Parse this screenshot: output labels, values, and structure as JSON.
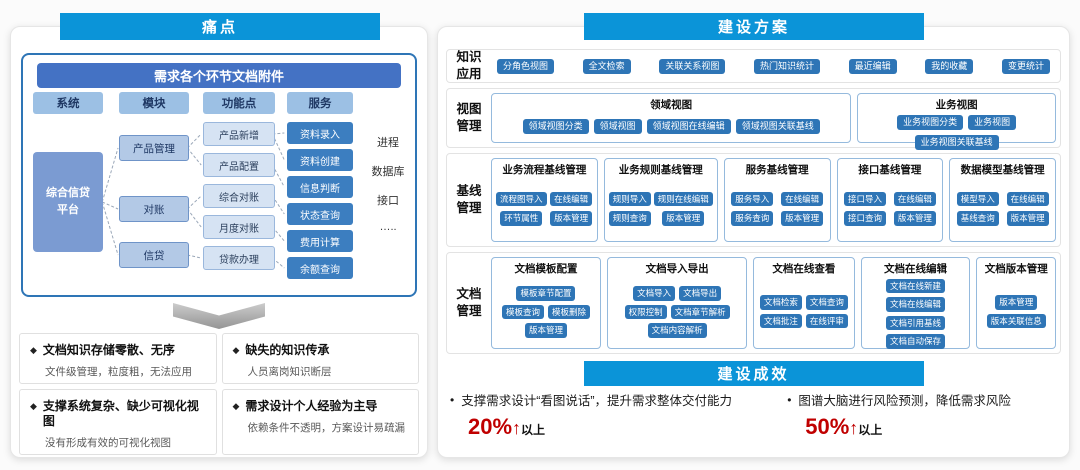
{
  "colors": {
    "banner_blue": "#0b94d8",
    "chip_blue": "#2e75b6",
    "metric_red": "#c00000",
    "diagram_title_blue": "#4472c4"
  },
  "icons": {
    "diamond_bullet": "◆",
    "up_arrow": "↑",
    "bullet": "•"
  },
  "left": {
    "header": "痛点",
    "diagram": {
      "title": "需求各个环节文档附件",
      "system_label": "系统",
      "system_item": "综合信贷平台",
      "module_label": "模块",
      "modules": [
        "产品管理",
        "对账",
        "信贷"
      ],
      "function_label": "功能点",
      "functions": [
        "产品新增",
        "产品配置",
        "综合对账",
        "月度对账",
        "贷款办理"
      ],
      "service_label": "服务",
      "services": [
        "资料录入",
        "资料创建",
        "信息判断",
        "状态查询",
        "费用计算",
        "余额查询"
      ],
      "side_items": [
        "进程",
        "数据库",
        "接口",
        "….."
      ]
    },
    "pain_points": [
      {
        "title": "文档知识存储零散、无序",
        "desc": "文件级管理，粒度粗，无法应用"
      },
      {
        "title": "缺失的知识传承",
        "desc": "人员离岗知识断层"
      },
      {
        "title": "支撑系统复杂、缺少可视化视图",
        "desc": "没有形成有效的可视化视图"
      },
      {
        "title": "需求设计个人经验为主导",
        "desc": "依赖条件不透明，方案设计易疏漏"
      }
    ]
  },
  "right": {
    "header": "建设方案",
    "knowledge": {
      "label": "知识应用",
      "buttons": [
        "分角色视图",
        "全文检索",
        "关联关系视图",
        "热门知识统计",
        "最近编辑",
        "我的收藏",
        "变更统计"
      ]
    },
    "views": {
      "label": "视图管理",
      "groups": [
        {
          "title": "领域视图",
          "buttons": [
            "领域视图分类",
            "领域视图",
            "领域视图在线编辑",
            "领域视图关联基线"
          ]
        },
        {
          "title": "业务视图",
          "buttons": [
            "业务视图分类",
            "业务视图",
            "业务视图关联基线"
          ]
        }
      ]
    },
    "baseline": {
      "label": "基线管理",
      "groups": [
        {
          "title": "业务流程基线管理",
          "buttons": [
            "流程图导入",
            "在线编辑",
            "环节属性",
            "版本管理"
          ]
        },
        {
          "title": "业务规则基线管理",
          "buttons": [
            "规则导入",
            "规则在线编辑",
            "规则查询",
            "版本管理"
          ]
        },
        {
          "title": "服务基线管理",
          "buttons": [
            "服务导入",
            "在线编辑",
            "服务查询",
            "版本管理"
          ]
        },
        {
          "title": "接口基线管理",
          "buttons": [
            "接口导入",
            "在线编辑",
            "接口查询",
            "版本管理"
          ]
        },
        {
          "title": "数据模型基线管理",
          "buttons": [
            "模型导入",
            "在线编辑",
            "基线查询",
            "版本管理"
          ]
        }
      ]
    },
    "documents": {
      "label": "文档管理",
      "groups": [
        {
          "title": "文档模板配置",
          "buttons": [
            "模板章节配置",
            "模板查询",
            "模板删除",
            "版本管理"
          ]
        },
        {
          "title": "文档导入导出",
          "buttons": [
            "文档导入",
            "文档导出",
            "权限控制",
            "文档章节解析",
            "文档内容解析"
          ]
        },
        {
          "title": "文档在线查看",
          "buttons": [
            "文档检索",
            "文档查询",
            "文档批注",
            "在线评审"
          ]
        },
        {
          "title": "文档在线编辑",
          "buttons": [
            "文档在线新建",
            "文档在线编辑",
            "文档引用基线",
            "文档自动保存"
          ]
        },
        {
          "title": "文档版本管理",
          "buttons": [
            "版本管理",
            "版本关联信息"
          ]
        }
      ]
    },
    "results": {
      "header": "建设成效",
      "items": [
        {
          "text": "支撑需求设计“看图说话”，提升需求整体交付能力",
          "metric": "20%",
          "suffix": "以上"
        },
        {
          "text": "图谱大脑进行风险预测，降低需求风险",
          "metric": "50%",
          "suffix": "以上"
        }
      ]
    }
  }
}
